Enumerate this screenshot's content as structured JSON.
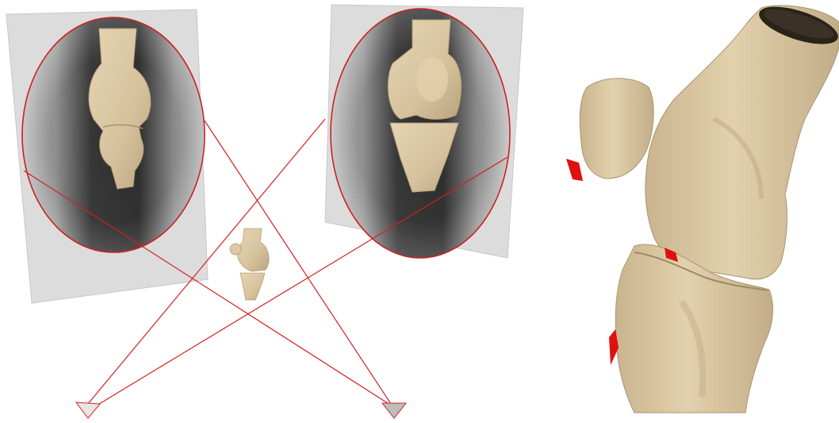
{
  "figure": {
    "panels": [
      {
        "id": "biplanar-projection",
        "kind": "dual x-ray projection geometry"
      },
      {
        "id": "reconstruction",
        "kind": "3d knee surface model"
      }
    ],
    "colors": {
      "background": "#ffffff",
      "plane": "#dcdcdc",
      "plane_edge": "#c8c8c8",
      "xray_dark": "#1f1f1f",
      "xray_light": "#f2f2f2",
      "bone": "#d8c4a0",
      "bone_shade": "#b9a47e",
      "ray": "#d42020",
      "marker": "#e01010"
    },
    "icons": [
      "xray-source-icon",
      "xray-source-icon",
      "knee-model-icon"
    ]
  }
}
